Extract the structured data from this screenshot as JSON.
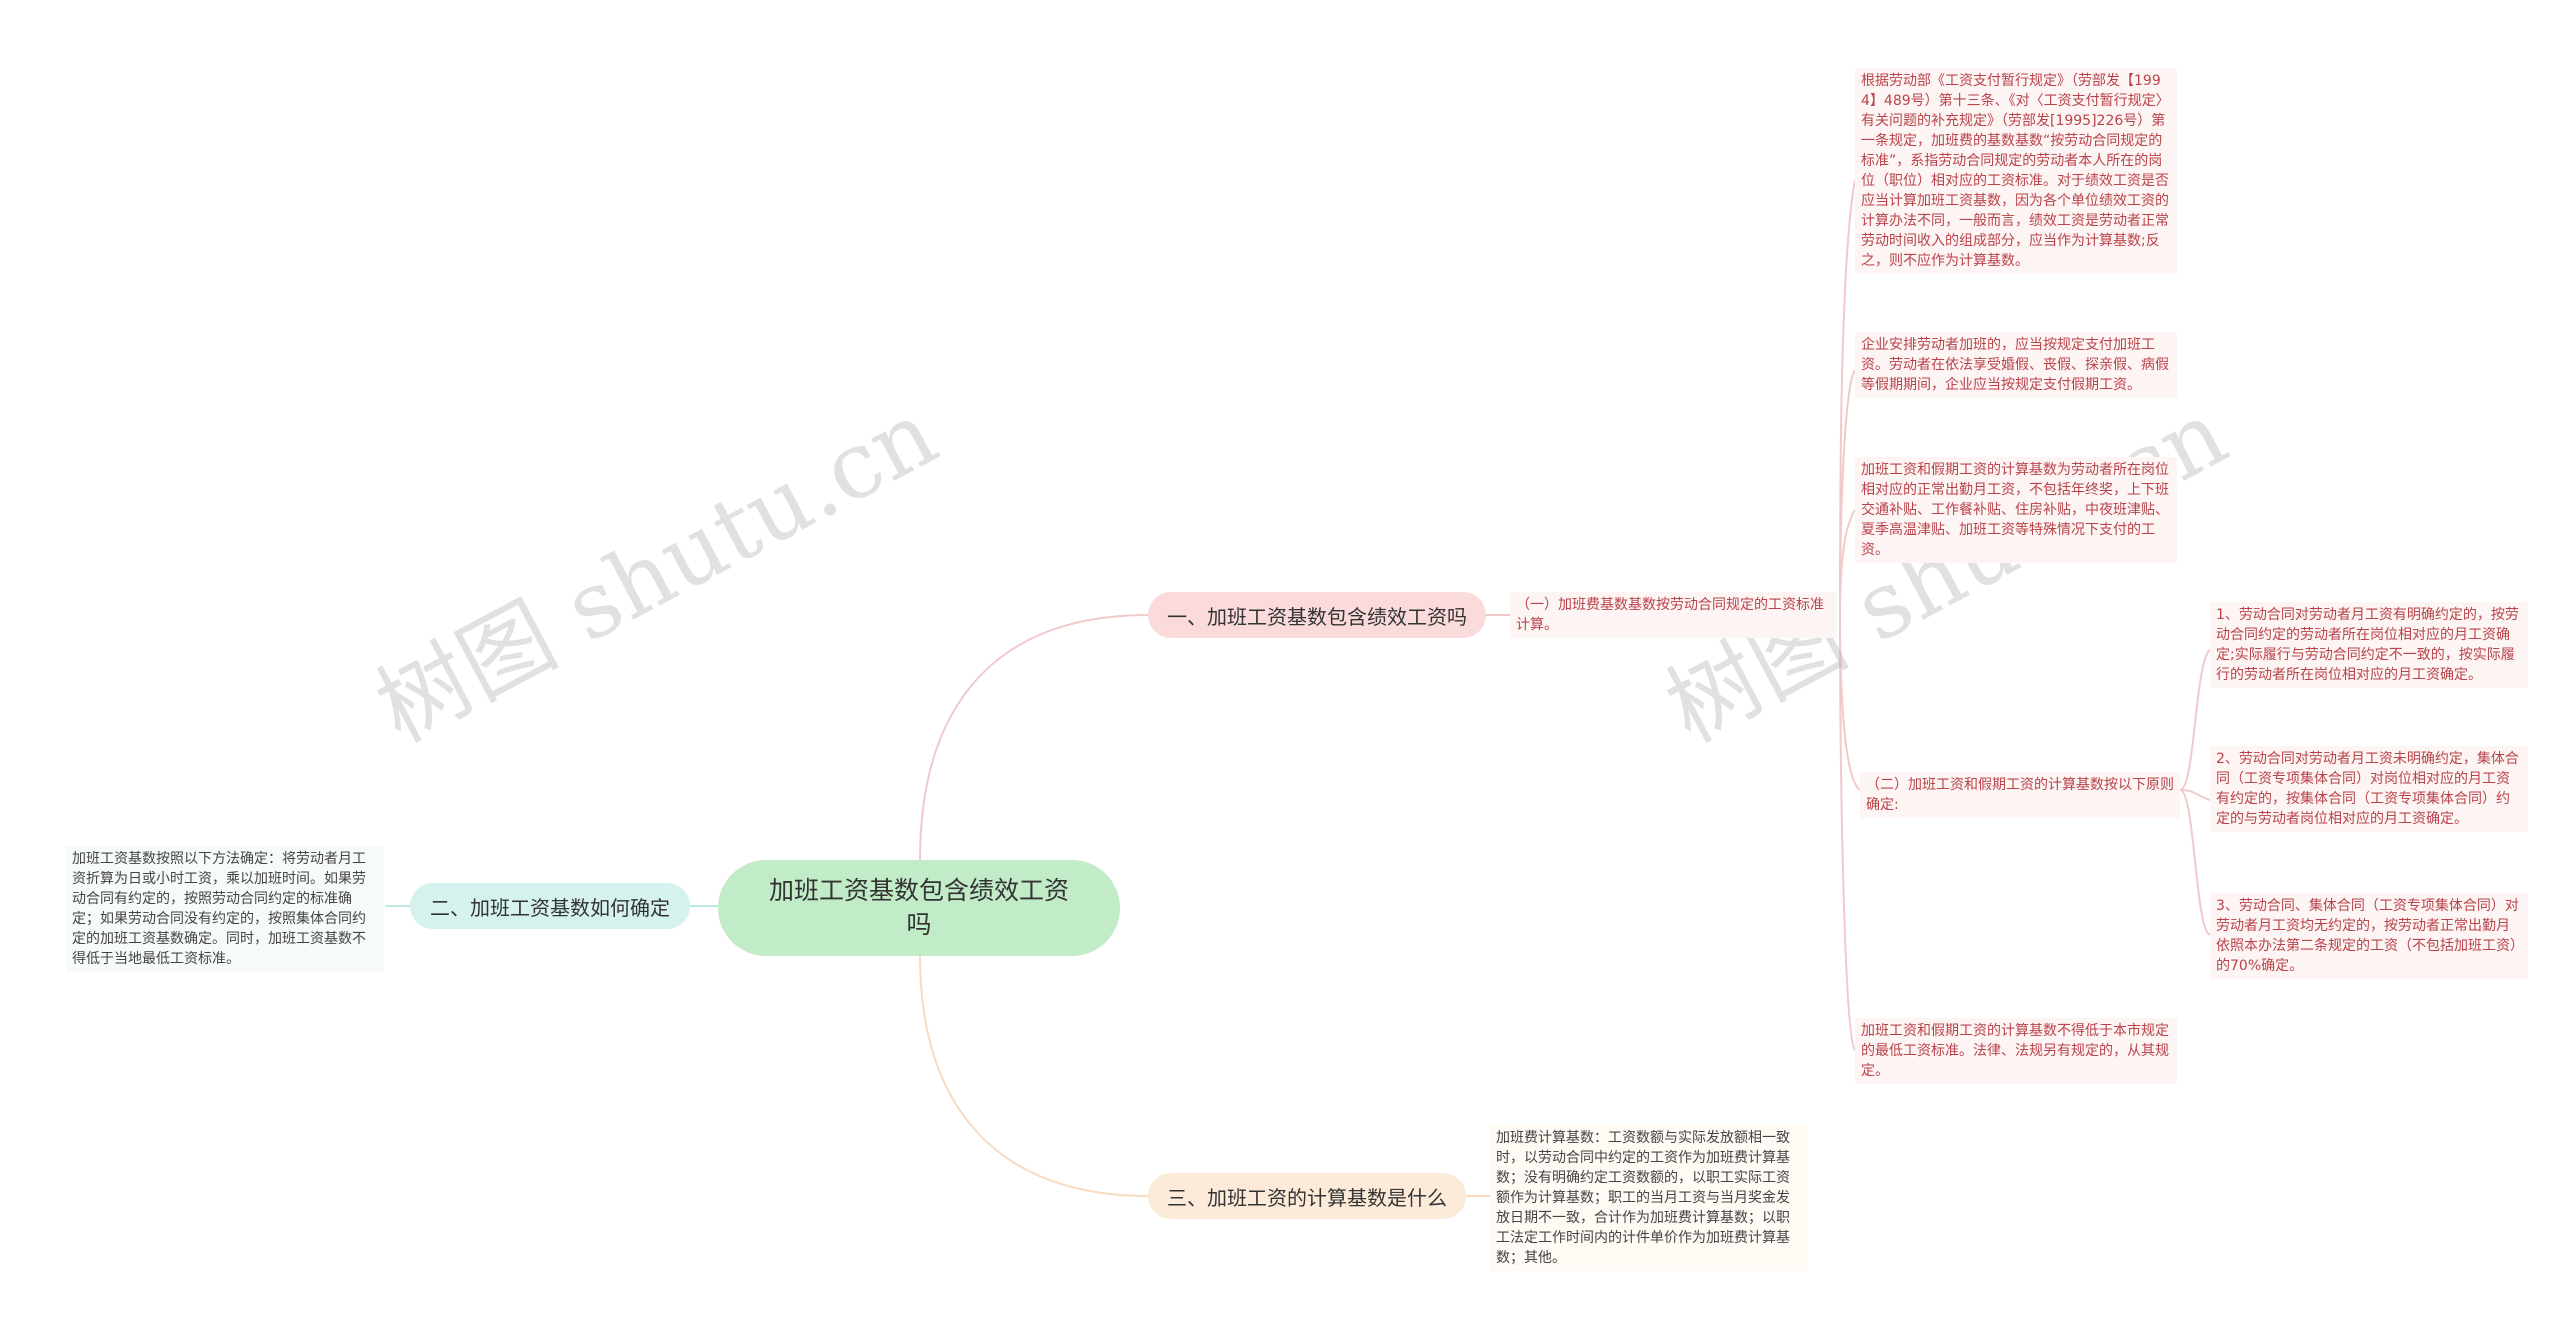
{
  "root": {
    "title": "加班工资基数包含绩效工资吗"
  },
  "branches": [
    {
      "label": "一、加班工资基数包含绩效工资吗"
    },
    {
      "label": "二、加班工资基数如何确定"
    },
    {
      "label": "三、加班工资的计算基数是什么"
    }
  ],
  "sub": {
    "a": "（一）加班费基数基数按劳动合同规定的工资标准计算。",
    "b": "（二）加班工资和假期工资的计算基数按以下原则确定:"
  },
  "leaves": {
    "a1": "根据劳动部《工资支付暂行规定》（劳部发【1994】489号）第十三条、《对〈工资支付暂行规定〉有关问题的补充规定》（劳部发[1995]226号）第一条规定，加班费的基数基数“按劳动合同规定的标准”，系指劳动合同规定的劳动者本人所在的岗位（职位）相对应的工资标准。对于绩效工资是否应当计算加班工资基数，因为各个单位绩效工资的计算办法不同，一般而言，绩效工资是劳动者正常劳动时间收入的组成部分，应当作为计算基数;反之，则不应作为计算基数。",
    "a2": "企业安排劳动者加班的，应当按规定支付加班工资。劳动者在依法享受婚假、丧假、探亲假、病假等假期期间，企业应当按规定支付假期工资。",
    "a3": "加班工资和假期工资的计算基数为劳动者所在岗位相对应的正常出勤月工资，不包括年终奖，上下班交通补贴、工作餐补贴、住房补贴，中夜班津贴、夏季高温津贴、加班工资等特殊情况下支付的工资。",
    "b1": "1、劳动合同对劳动者月工资有明确约定的，按劳动合同约定的劳动者所在岗位相对应的月工资确定;实际履行与劳动合同约定不一致的，按实际履行的劳动者所在岗位相对应的月工资确定。",
    "b2": "2、劳动合同对劳动者月工资未明确约定，集体合同（工资专项集体合同）对岗位相对应的月工资有约定的，按集体合同（工资专项集体合同）约定的与劳动者岗位相对应的月工资确定。",
    "b3": "3、劳动合同、集体合同（工资专项集体合同）对劳动者月工资均无约定的，按劳动者正常出勤月依照本办法第二条规定的工资（不包括加班工资）的70%确定。",
    "a4": "加班工资和假期工资的计算基数不得低于本市规定的最低工资标准。法律、法规另有规定的，从其规定。",
    "left": "加班工资基数按照以下方法确定：将劳动者月工资折算为日或小时工资，乘以加班时间。如果劳动合同有约定的，按照劳动合同约定的标准确定；如果劳动合同没有约定的，按照集体合同约定的加班工资基数确定。同时，加班工资基数不得低于当地最低工资标准。",
    "c1": "加班费计算基数：工资数额与实际发放额相一致时，以劳动合同中约定的工资作为加班费计算基数；没有明确约定工资数额的，以职工实际工资额作为计算基数；职工的当月工资与当月奖金发放日期不一致，合计作为加班费计算基数；以职工法定工作时间内的计件单价作为加班费计算基数；其他。"
  },
  "watermarks": [
    "树图 shutu.cn",
    "树图 shutu.cn"
  ],
  "colors": {
    "root": "#c2ebc8",
    "branch1": "#fadadb",
    "branch2": "#d5f2ef",
    "branch3": "#fcebd9",
    "leaf_text_red": "#b9434a",
    "line_red": "#f2c9cb",
    "line_teal": "#bfe8e3",
    "line_orange": "#f7dcc0"
  }
}
